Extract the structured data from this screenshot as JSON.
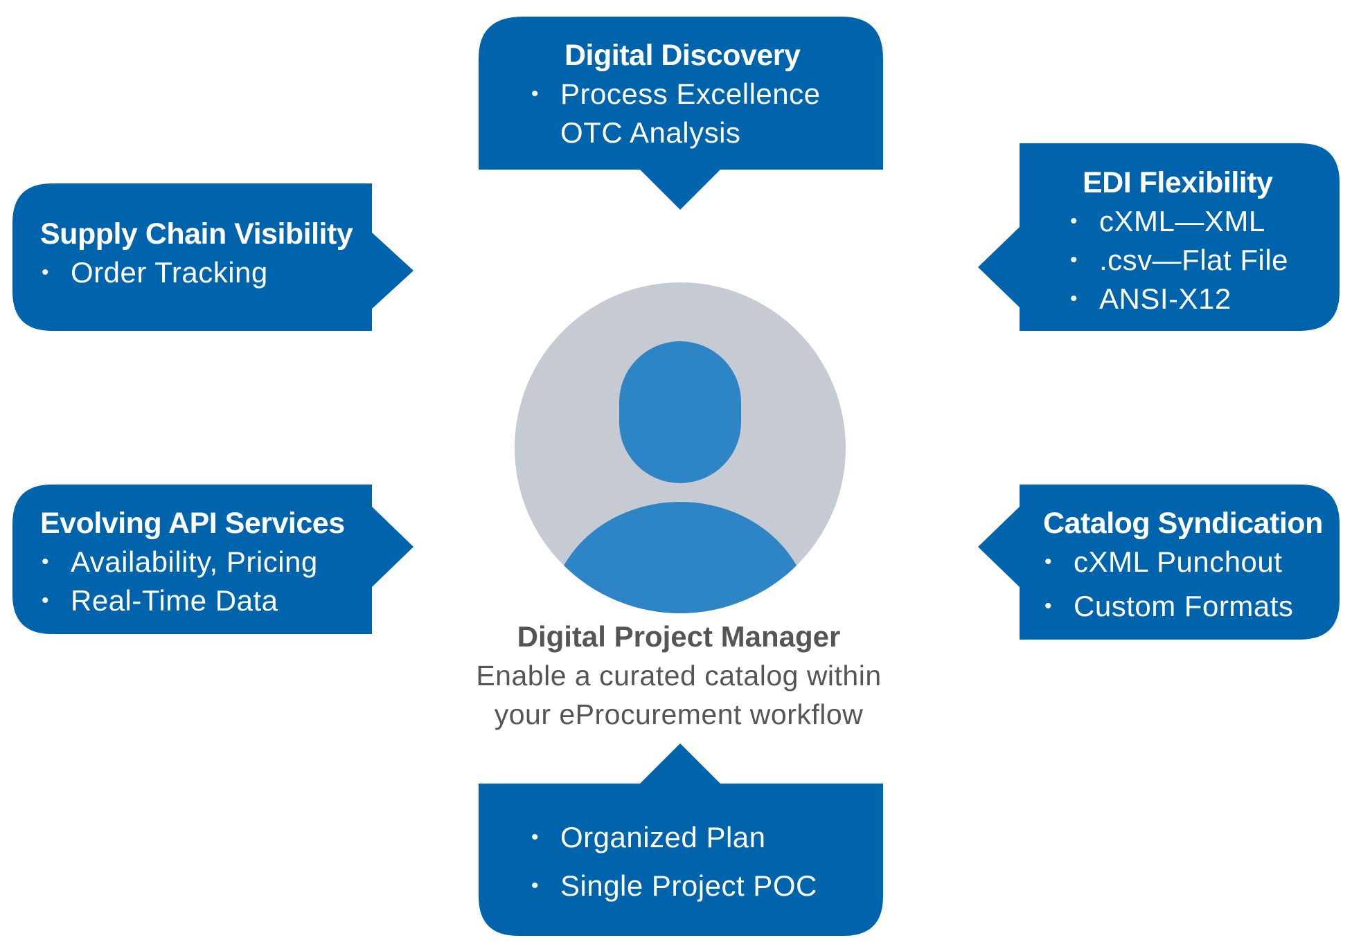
{
  "colors": {
    "box_fill": "#0064AD",
    "avatar_bg": "#C5CAD3",
    "avatar_person": "#2E85C6",
    "center_text": "#555555",
    "box_text": "#FFFFFF"
  },
  "boxes": {
    "digital_discovery": {
      "title": "Digital Discovery",
      "bullets": [
        "Process Excellence",
        "OTC Analysis"
      ]
    },
    "supply_chain": {
      "title": "Supply Chain Visibility",
      "bullets": [
        "Order Tracking"
      ]
    },
    "edi": {
      "title": "EDI Flexibility",
      "bullets": [
        "cXML—XML",
        ".csv—Flat File",
        "ANSI-X12"
      ]
    },
    "api": {
      "title": "Evolving API Services",
      "bullets": [
        "Availability, Pricing",
        "Real-Time Data"
      ]
    },
    "catalog": {
      "title": "Catalog Syndication",
      "bullets": [
        "cXML Punchout",
        "Custom Formats"
      ]
    },
    "bottom": {
      "bullets": [
        "Organized Plan",
        "Single Project POC"
      ]
    }
  },
  "center": {
    "icon": "user-avatar-icon",
    "title": "Digital Project Manager",
    "line1": "Enable a curated catalog within",
    "line2": "your eProcurement workflow"
  }
}
